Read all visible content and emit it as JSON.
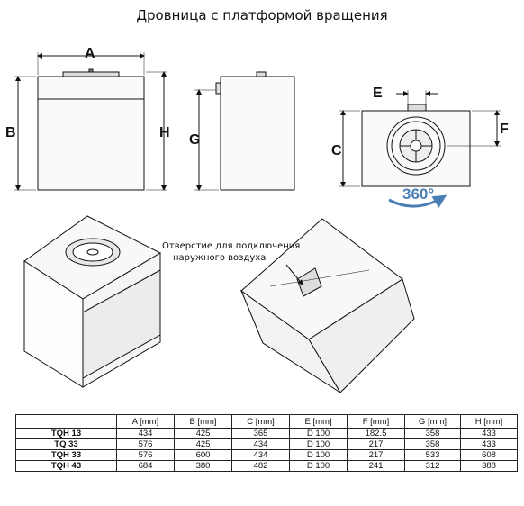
{
  "title": "Дровница с платформой вращения",
  "labels": {
    "a": "A",
    "b": "B",
    "h": "H",
    "g": "G",
    "e": "E",
    "c": "C",
    "f": "F",
    "rotation": "360°",
    "note_line1": "Отверстие для подключения",
    "note_line2": "наружного воздуха"
  },
  "table": {
    "headers": [
      "",
      "A [mm]",
      "B [mm]",
      "C [mm]",
      "E [mm]",
      "F [mm]",
      "G [mm]",
      "H [mm]"
    ],
    "rows": [
      [
        "TQH 13",
        "434",
        "425",
        "365",
        "D 100",
        "182.5",
        "358",
        "433"
      ],
      [
        "TQ 33",
        "576",
        "425",
        "434",
        "D 100",
        "217",
        "358",
        "433"
      ],
      [
        "TQH 33",
        "576",
        "600",
        "434",
        "D 100",
        "217",
        "533",
        "608"
      ],
      [
        "TQH 43",
        "684",
        "380",
        "482",
        "D 100",
        "241",
        "312",
        "388"
      ]
    ]
  }
}
